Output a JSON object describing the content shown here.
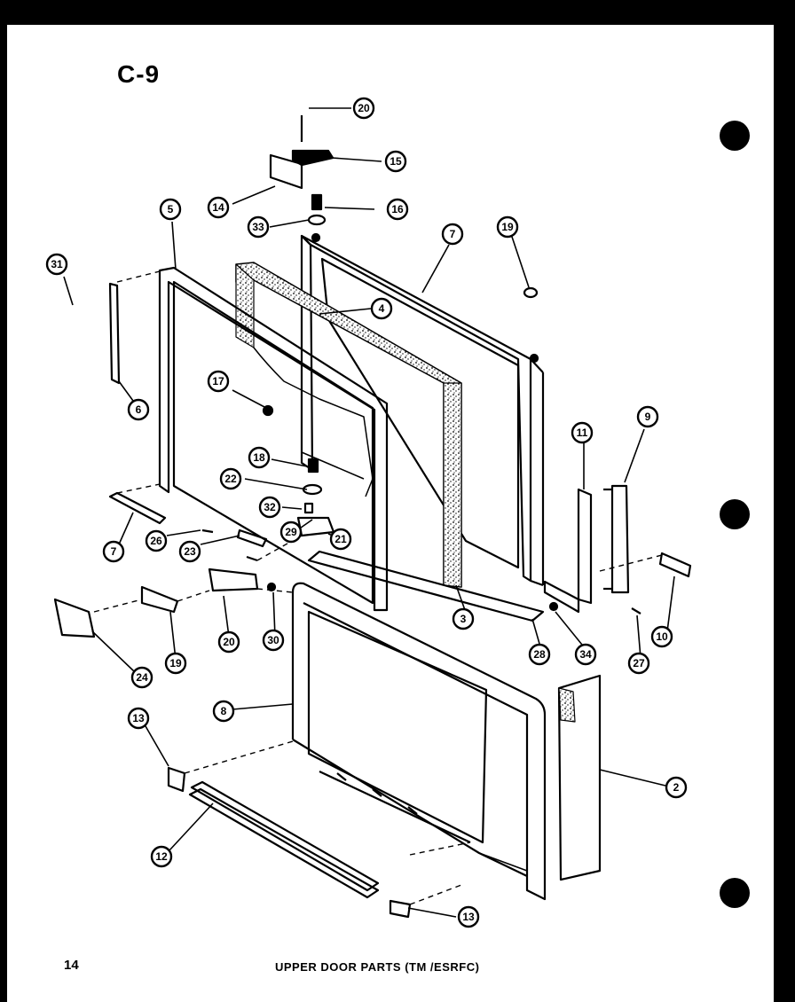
{
  "page": {
    "code": "C-9",
    "number": "14",
    "caption": "UPPER DOOR PARTS (TM /ESRFC)"
  },
  "callouts": [
    {
      "label": "20"
    },
    {
      "label": "15"
    },
    {
      "label": "14"
    },
    {
      "label": "16"
    },
    {
      "label": "33"
    },
    {
      "label": "5"
    },
    {
      "label": "7"
    },
    {
      "label": "19"
    },
    {
      "label": "31"
    },
    {
      "label": "4"
    },
    {
      "label": "17"
    },
    {
      "label": "6"
    },
    {
      "label": "18"
    },
    {
      "label": "22"
    },
    {
      "label": "32"
    },
    {
      "label": "29"
    },
    {
      "label": "21"
    },
    {
      "label": "26"
    },
    {
      "label": "23"
    },
    {
      "label": "7"
    },
    {
      "label": "11"
    },
    {
      "label": "9"
    },
    {
      "label": "3"
    },
    {
      "label": "28"
    },
    {
      "label": "34"
    },
    {
      "label": "27"
    },
    {
      "label": "10"
    },
    {
      "label": "20"
    },
    {
      "label": "30"
    },
    {
      "label": "19"
    },
    {
      "label": "24"
    },
    {
      "label": "8"
    },
    {
      "label": "13"
    },
    {
      "label": "2"
    },
    {
      "label": "12"
    },
    {
      "label": "13"
    }
  ]
}
